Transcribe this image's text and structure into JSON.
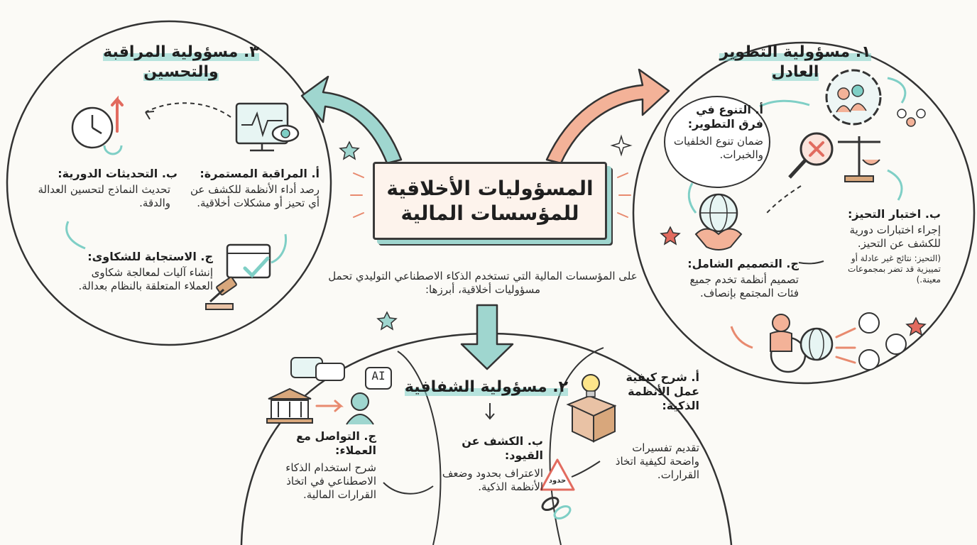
{
  "title": "المسؤوليات الأخلاقية للمؤسسات المالية",
  "intro": "على المؤسسات المالية التي تستخدم الذكاء الاصطناعي التوليدي تحمل مسؤوليات أخلاقية، أبرزها:",
  "section1": {
    "title": "١. مسؤولية التطوير العادل",
    "a_title": "أ. التنوع في فرق التطوير:",
    "a_body": "ضمان تنوع الخلفيات والخبرات.",
    "b_title": "ب. اختبار التحيز:",
    "b_body": "إجراء اختبارات دورية للكشف عن التحيز.",
    "b_note": "(التحيز: نتائج غير عادلة أو تمييزية قد تضر بمجموعات معينة.)",
    "c_title": "ج. التصميم الشامل:",
    "c_body": "تصميم أنظمة تخدم جميع فئات المجتمع بإنصاف."
  },
  "section2": {
    "title": "٢. مسؤولية الشفافية",
    "a_title": "أ. شرح كيفية عمل الأنظمة الذكية:",
    "a_body": "تقديم تفسيرات واضحة لكيفية اتخاذ القرارات.",
    "b_title": "ب. الكشف عن القيود:",
    "b_body": "الاعتراف بحدود وضعف الأنظمة الذكية.",
    "c_title": "ج. التواصل مع العملاء:",
    "c_body": "شرح استخدام الذكاء الاصطناعي في اتخاذ القرارات المالية.",
    "ai_label": "AI",
    "limits_label": "حدود"
  },
  "section3": {
    "title": "٣. مسؤولية المراقبة والتحسين",
    "a_title": "أ. المراقبة المستمرة:",
    "a_body": "رصد أداء الأنظمة للكشف عن أي تحيز أو مشكلات أخلاقية.",
    "b_title": "ب. التحديثات الدورية:",
    "b_body": "تحديث النماذج لتحسين العدالة والدقة.",
    "c_title": "ج. الاستجابة للشكاوى:",
    "c_body": "إنشاء آليات لمعالجة شكاوى العملاء المتعلقة بالنظام بعدالة."
  },
  "colors": {
    "teal": "#7fcfc6",
    "peach": "#f3b298",
    "ink": "#333333",
    "paper": "#fbfaf6",
    "red": "#e26b5f"
  }
}
